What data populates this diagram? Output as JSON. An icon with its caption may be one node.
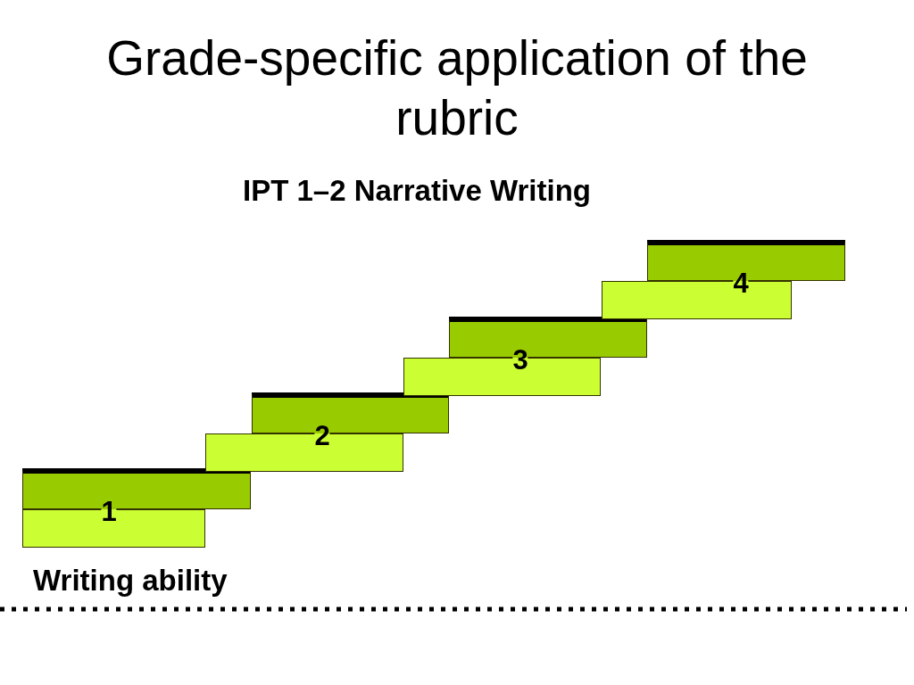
{
  "diagram": {
    "title": "Grade-specific application of the rubric",
    "nodes": [
      {
        "text": [],
        "shape": "bar"
      },
      {
        "text": [],
        "shape": "bar"
      },
      {
        "text": [],
        "shape": "bar"
      },
      {
        "text": [],
        "shape": "bar"
      },
      {
        "text": [],
        "shape": "bar"
      },
      {
        "text": [],
        "shape": "bar"
      },
      {
        "text": [],
        "shape": "bar"
      },
      {
        "text": [],
        "shape": "bar"
      }
    ],
    "labels": [
      "IPT 1–2 Narrative Writing",
      "4",
      "3",
      "2",
      "1",
      "Writing ability"
    ]
  }
}
